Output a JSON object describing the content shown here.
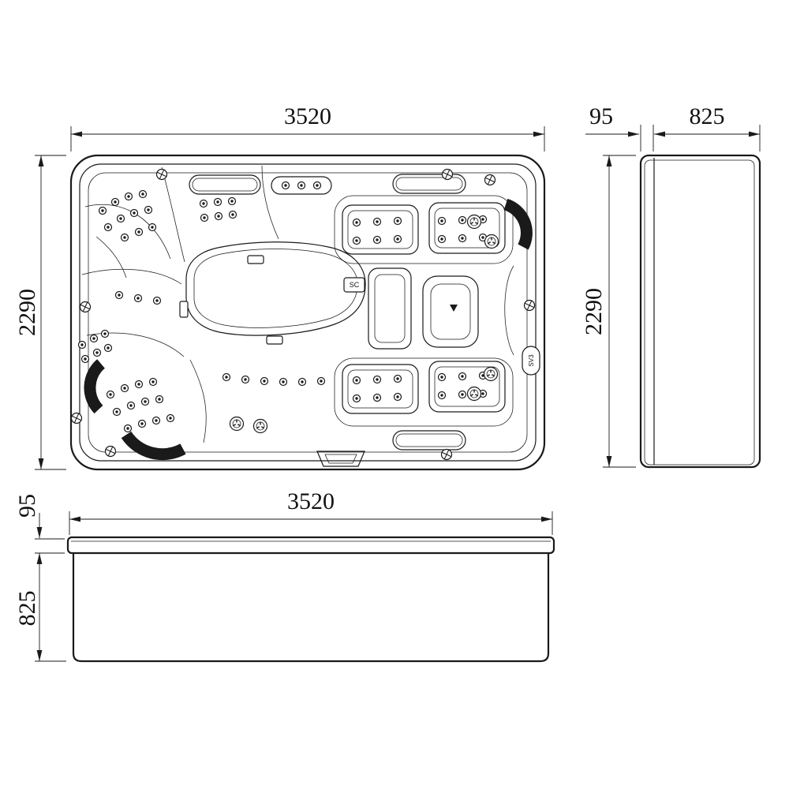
{
  "drawing": {
    "plan": {
      "width_label": "3520",
      "height_label": "2290"
    },
    "side": {
      "lip_label": "95",
      "width_label": "825",
      "height_label": "2290"
    },
    "front": {
      "width_label": "3520",
      "lip_label": "95",
      "height_label": "825"
    },
    "labels": {
      "control": "SC",
      "valve": "SV3"
    }
  },
  "colors": {
    "line": "#1a1a1a",
    "background": "#ffffff"
  }
}
